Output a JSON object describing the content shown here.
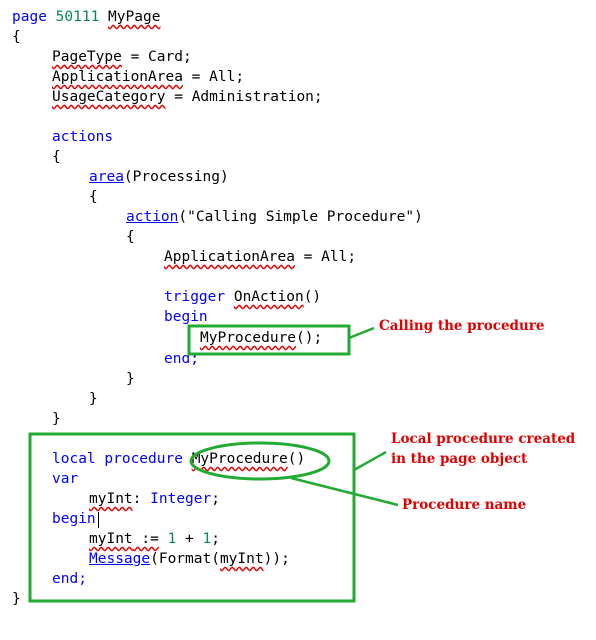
{
  "code": {
    "l01": {
      "kw": "page",
      "num": "50111",
      "name": "MyPage"
    },
    "l02": "{",
    "l03": {
      "prop": "PageType",
      "rest": " = Card;"
    },
    "l04": {
      "prop": "ApplicationArea",
      "rest": " = All;"
    },
    "l05": {
      "prop": "UsageCategory",
      "rest": " = Administration;"
    },
    "l06": "actions",
    "l07": "{",
    "l08": {
      "fn": "area",
      "rest": "(Processing)"
    },
    "l09": "{",
    "l10": {
      "fn": "action",
      "open": "(",
      "str": "\"Calling Simple Procedure\"",
      "close": ")"
    },
    "l11": "{",
    "l12": {
      "prop": "ApplicationArea",
      "rest": " = All;"
    },
    "l13": {
      "kw": "trigger",
      "name": "OnAction",
      "rest": "()"
    },
    "l14": "begin",
    "l15": {
      "name": "MyProcedure",
      "rest": "();"
    },
    "l16": "end;",
    "l17": "}",
    "l18": "}",
    "l19": "}",
    "l20": {
      "kw": "local procedure",
      "name": "MyProcedure",
      "rest": "()"
    },
    "l21": "var",
    "l22": {
      "name": "myInt",
      "rest": ": ",
      "type": "Integer",
      "end": ";"
    },
    "l23": "begin",
    "l24": {
      "name": "myInt",
      "op": " :=",
      "mid": " ",
      "n1": "1",
      "plus": " + ",
      "n2": "1",
      "end": ";"
    },
    "l25": {
      "fn": "Message",
      "open": "(Format(",
      "arg": "myInt",
      "close": "));"
    },
    "l26": "end;",
    "l27": "}"
  },
  "annotations": {
    "calling": "Calling the procedure",
    "local_line1": "Local procedure created",
    "local_line2": "in the page object",
    "name": "Procedure name"
  },
  "colors": {
    "keyword": "#0000ff",
    "number": "#098658",
    "string": "#a31515",
    "highlight": "#22aa33",
    "annotation": "#e00000"
  }
}
